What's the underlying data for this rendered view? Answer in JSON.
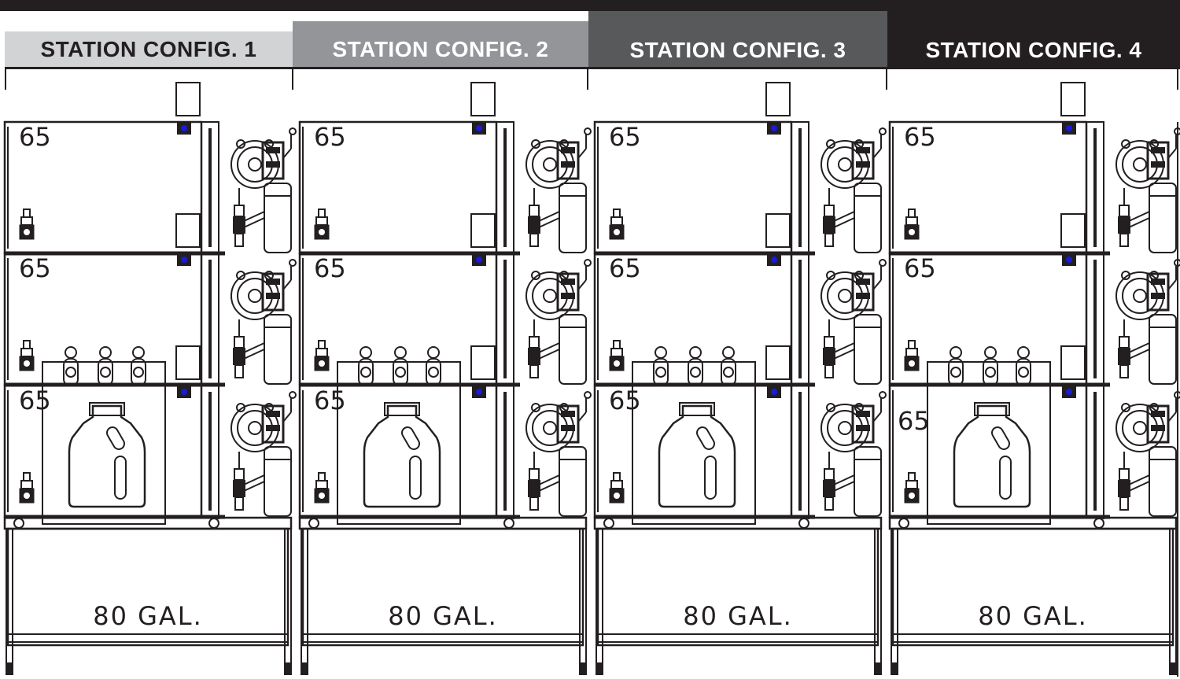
{
  "colors": {
    "ink": "#231f20",
    "tab1_bg": "#d1d3d4",
    "tab2_bg": "#939598",
    "tab3_bg": "#58595b",
    "tab4_bg": "#231f20",
    "tab1_text": "#231f20",
    "tab_light_text": "#ffffff",
    "indicator_blue": "#1a1adb"
  },
  "stations": [
    {
      "label": "STATION CONFIG. 1",
      "shelf_labels": [
        "65",
        "65",
        "65"
      ],
      "tank_label": "80  GAL."
    },
    {
      "label": "STATION CONFIG. 2",
      "shelf_labels": [
        "65",
        "65",
        "65"
      ],
      "tank_label": "80  GAL."
    },
    {
      "label": "STATION CONFIG. 3",
      "shelf_labels": [
        "65",
        "65",
        "65"
      ],
      "tank_label": "80  GAL."
    },
    {
      "label": "STATION CONFIG. 4",
      "shelf_labels": [
        "65",
        "65",
        "65"
      ],
      "tank_label": "80  GAL."
    }
  ]
}
